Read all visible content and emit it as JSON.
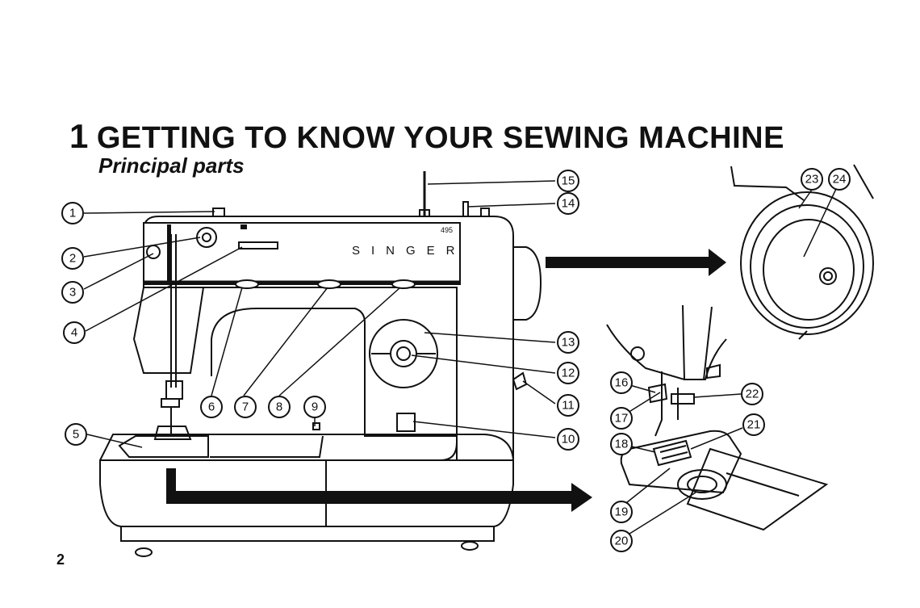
{
  "title": {
    "number": "1",
    "text": "GETTING TO KNOW YOUR SEWING MACHINE"
  },
  "subtitle": "Principal parts",
  "page_number": "2",
  "machine": {
    "brand": "SINGER",
    "model": "495"
  },
  "callouts": [
    "1",
    "2",
    "3",
    "4",
    "5",
    "6",
    "7",
    "8",
    "9",
    "10",
    "11",
    "12",
    "13",
    "14",
    "15",
    "16",
    "17",
    "18",
    "19",
    "20",
    "21",
    "22",
    "23",
    "24"
  ]
}
